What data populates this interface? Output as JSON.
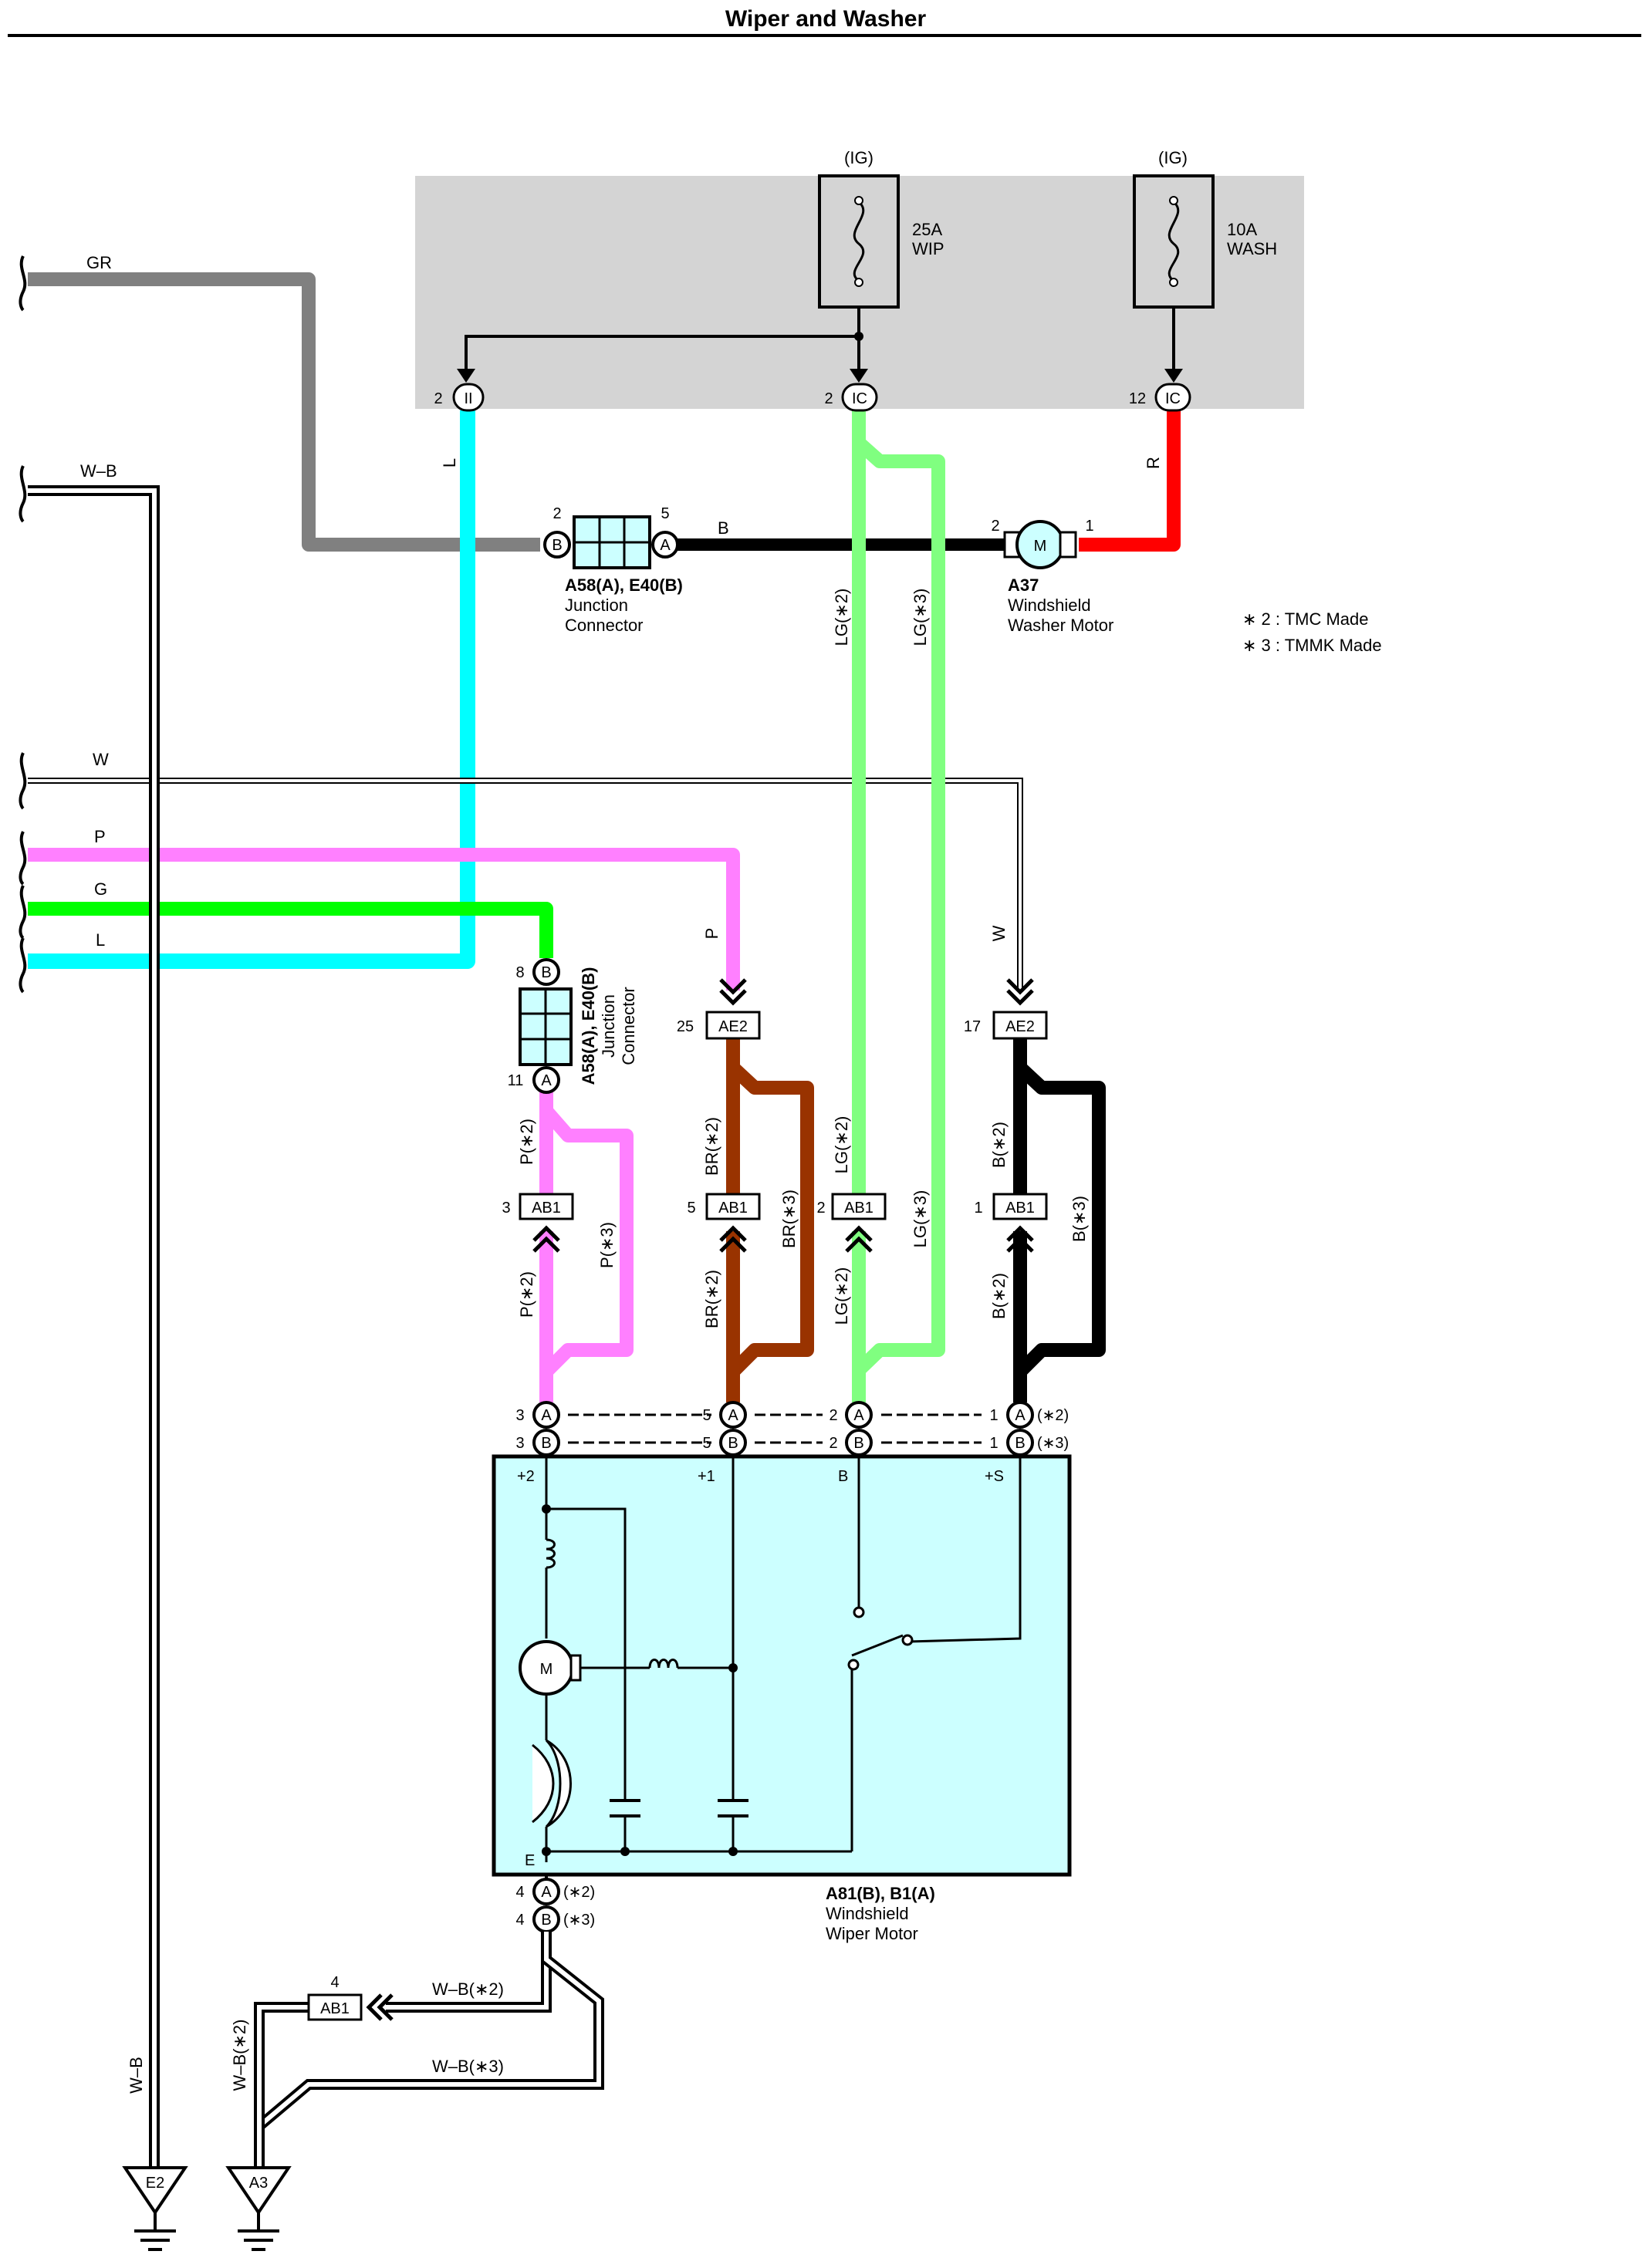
{
  "title": "Wiper and Washer",
  "colors": {
    "GR": "#808080",
    "L": "#00ffff",
    "P": "#ff80ff",
    "G": "#00ff00",
    "LG": "#80ff80",
    "R": "#ff0000",
    "BR": "#993300",
    "B": "#000000",
    "W": "#ffffff",
    "WB": "#000000",
    "relay_block": "#d4d4d4",
    "motor_fill": "#ccffff"
  },
  "relay_block": {
    "ig_label": "(IG)",
    "fuse_wip_amp": "25A",
    "fuse_wip_name": "WIP",
    "fuse_wash_amp": "10A",
    "fuse_wash_name": "WASH",
    "pin_ii_num": "2",
    "pin_ii_code": "II",
    "pin_ic1_num": "2",
    "pin_ic1_code": "IC",
    "pin_ic2_num": "12",
    "pin_ic2_code": "IC"
  },
  "wires": {
    "GR": "GR",
    "WB": "W–B",
    "W": "W",
    "P": "P",
    "G": "G",
    "L": "L",
    "B": "B",
    "R": "R",
    "LG2": "LG(∗2)",
    "LG3": "LG(∗3)",
    "P2": "P(∗2)",
    "P3": "P(∗3)",
    "BR2": "BR(∗2)",
    "BR3": "BR(∗3)",
    "B2": "B(∗2)",
    "B3": "B(∗3)",
    "WB2": "W–B(∗2)",
    "WB3": "W–B(∗3)"
  },
  "junction_top": {
    "pin_left": "2",
    "pin_right": "5",
    "letter_b": "B",
    "letter_a": "A",
    "id": "A58(A), E40(B)",
    "name1": "Junction",
    "name2": "Connector"
  },
  "junction_mid": {
    "pin_top": "8",
    "pin_bottom": "11",
    "letter_b": "B",
    "letter_a": "A",
    "id": "A58(A), E40(B)",
    "name1": "Junction",
    "name2": "Connector"
  },
  "washer_motor": {
    "pin_left": "2",
    "pin_right": "1",
    "symbol": "M",
    "id": "A37",
    "name1": "Windshield",
    "name2": "Washer Motor"
  },
  "notes": {
    "n2": "∗ 2 : TMC Made",
    "n3": "∗ 3 : TMMK Made"
  },
  "connectors": {
    "ae2": "AE2",
    "ab1": "AB1",
    "ae2_p_pin": "25",
    "ae2_w_pin": "17",
    "ab1_p_pin": "3",
    "ab1_br_pin": "5",
    "ab1_lg_pin": "2",
    "ab1_b_pin": "1",
    "ab1_wb_pin": "4"
  },
  "wiper_motor": {
    "pin_a_p": "3",
    "pin_b_p": "3",
    "pin_a_br": "5",
    "pin_b_br": "5",
    "pin_a_lg": "2",
    "pin_b_lg": "2",
    "pin_a_b": "1",
    "pin_b_b": "1",
    "letter_a": "A",
    "letter_b": "B",
    "note_a": "(∗2)",
    "note_b": "(∗3)",
    "term_p2": "+2",
    "term_p1": "+1",
    "term_b": "B",
    "term_s": "+S",
    "term_e": "E",
    "symbol": "M",
    "e_pin_a": "4",
    "e_pin_b": "4",
    "e_note_a": "(∗2)",
    "e_note_b": "(∗3)",
    "id": "A81(B), B1(A)",
    "name1": "Windshield",
    "name2": "Wiper Motor"
  },
  "grounds": {
    "e2": "E2",
    "a3": "A3"
  }
}
